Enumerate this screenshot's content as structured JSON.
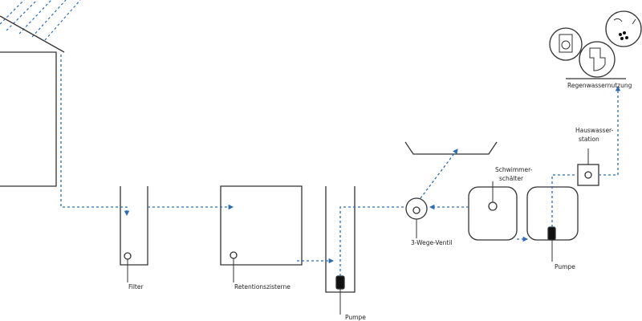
{
  "labels": {
    "filter": "Filter",
    "retention": "Retentionszisterne",
    "pump_left": "Pumpe",
    "valve": "3-Wege-Ventil",
    "float_line1": "Schwimmer-",
    "float_line2": "schälter",
    "pump_right": "Pumpe",
    "station_line1": "Hauswasser-",
    "station_line2": "station",
    "usage": "Regenwassernutzung"
  },
  "colors": {
    "line": "#333333",
    "flow": "#2a6db5",
    "fill": "#ffffff"
  },
  "icons": [
    "washing-machine-icon",
    "toilet-icon",
    "garden-plant-icon"
  ]
}
